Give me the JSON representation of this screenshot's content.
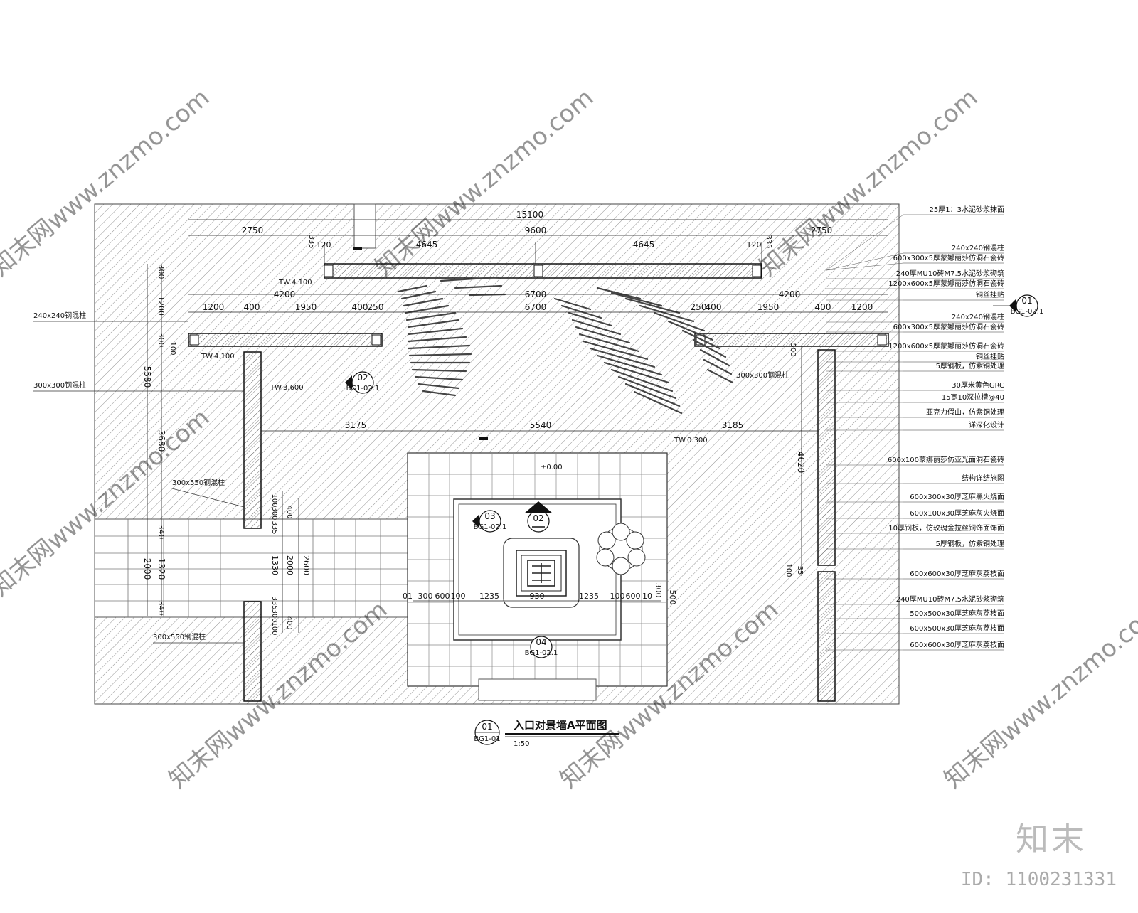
{
  "title": "入口对景墙A平面图",
  "scale": "1:50",
  "title_ref": {
    "num": "01",
    "sheet": "BG1-01"
  },
  "dims": {
    "overall": "15100",
    "top": [
      "2750",
      "335",
      "120",
      "4645",
      "9600",
      "4645",
      "120",
      "335",
      "2750"
    ],
    "row2": [
      "4200",
      "6700",
      "4200"
    ],
    "row3": [
      "1200",
      "400",
      "1950",
      "400",
      "250",
      "6700",
      "250",
      "400",
      "1950",
      "400",
      "1200"
    ],
    "mid": [
      "3175",
      "5540",
      "3185"
    ],
    "left_vert": [
      "300",
      "1200",
      "300",
      "100",
      "5580",
      "3680",
      "340",
      "2000",
      "1320",
      "340"
    ],
    "left_vert2": [
      "100",
      "300",
      "335",
      "400",
      "1330",
      "2000",
      "2600",
      "335",
      "300",
      "100",
      "400"
    ],
    "right_vert": [
      "500",
      "4620",
      "100",
      "35"
    ],
    "bottom": [
      "01",
      "300",
      "600",
      "100",
      "1235",
      "930",
      "1235",
      "100",
      "600",
      "10",
      "300",
      "500"
    ]
  },
  "levels": [
    "TW.4.100",
    "TW.4.100",
    "TW.3.600",
    "TW.0.300",
    "±0.00"
  ],
  "left_notes": [
    "240x240钢混柱",
    "300x300钢混柱",
    "300x550钢混柱",
    "300x550钢混柱"
  ],
  "inner_notes": [
    "300x300钢混柱"
  ],
  "refs": [
    {
      "num": "01",
      "sheet": "BG1-02.1"
    },
    {
      "num": "02",
      "sheet": "BG1-02.1"
    },
    {
      "num": "03",
      "sheet": "BG1-02.1"
    },
    {
      "num": "02",
      "sheet": ""
    },
    {
      "num": "04",
      "sheet": "BG1-02.1"
    }
  ],
  "right_notes": [
    "25厚1：3水泥砂浆抹面",
    "240x240钢混柱",
    "600x300x5厚蒙娜丽莎仿洞石瓷砖",
    "240厚MU10砖M7.5水泥砂浆砌筑",
    "1200x600x5厚蒙娜丽莎仿洞石瓷砖",
    "铜丝挂贴",
    "240x240钢混柱",
    "600x300x5厚蒙娜丽莎仿洞石瓷砖",
    "1200x600x5厚蒙娜丽莎仿洞石瓷砖",
    "铜丝挂贴",
    "5厚钢板，仿紫铜处理",
    "30厚米黄色GRC",
    "15宽10深拉槽@40",
    "亚克力假山，仿紫铜处理",
    "详深化设计",
    "600x100蒙娜丽莎仿亚光面洞石瓷砖",
    "结构详结施图",
    "600x300x30厚芝麻黑火烧面",
    "600x100x30厚芝麻灰火烧面",
    "10厚钢板，仿玫瑰金拉丝铜饰面饰面",
    "5厚钢板，仿紫铜处理",
    "600x600x30厚芝麻灰荔枝面",
    "240厚MU10砖M7.5水泥砂浆砌筑",
    "500x500x30厚芝麻灰荔枝面",
    "600x500x30厚芝麻灰荔枝面",
    "600x600x30厚芝麻灰荔枝面"
  ],
  "watermarks": [
    "知末网www.znzmo.com"
  ],
  "brand": "知末",
  "id_label": "ID: 1100231331"
}
